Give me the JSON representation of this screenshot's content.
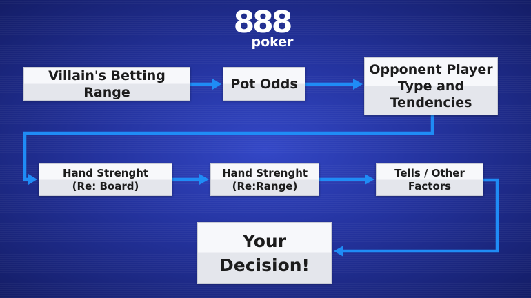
{
  "logo": {
    "main": "888",
    "sub": "poker"
  },
  "colors": {
    "arrow": "#1f8cf6",
    "background": "#24339e",
    "node_fill": "#f7f8fb"
  },
  "nodes": {
    "villain_range": "Villain's Betting Range",
    "pot_odds": "Pot Odds",
    "opponent_type": "Opponent Player\nType and\nTendencies",
    "hand_board": "Hand Strenght\n(Re: Board)",
    "hand_range": "Hand Strenght\n(Re:Range)",
    "tells": "Tells / Other\nFactors",
    "decision": "Your\nDecision!"
  },
  "edges": [
    {
      "from": "villain_range",
      "to": "pot_odds"
    },
    {
      "from": "pot_odds",
      "to": "opponent_type"
    },
    {
      "from": "opponent_type",
      "to": "hand_board"
    },
    {
      "from": "hand_board",
      "to": "hand_range"
    },
    {
      "from": "hand_range",
      "to": "tells"
    },
    {
      "from": "tells",
      "to": "decision"
    }
  ]
}
